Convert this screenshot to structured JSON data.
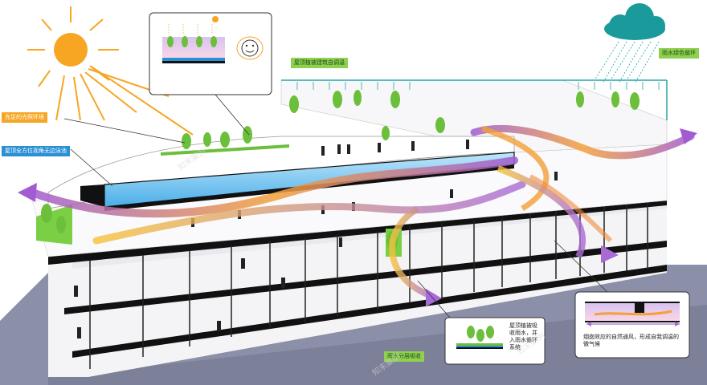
{
  "labels": {
    "sun": "充足的光照环境",
    "pool": "屋顶全方位视角无边泳池",
    "roof_plants": "屋顶植被建筑自调温",
    "rain": "雨水绿色循环",
    "rain_layer": "雨水分层吸收",
    "roof_absorb": "屋顶植被吸收雨水，并入雨水循环系统",
    "chimney": "烟囱效应的自然通风，形成自我调温的微气候"
  },
  "watermark": "知末案例",
  "colors": {
    "sun": "#f6a623",
    "cloud": "#1a9a9a",
    "pool": "#6ec3f0",
    "plant": "#6cbf3a",
    "slab": "#111111",
    "arrow_purple": "#b06cd6",
    "arrow_orange": "#f28a3c",
    "ground": "#8c8fa8"
  },
  "icons": [
    "sun-icon",
    "cloud-icon",
    "smiley-icon",
    "tree-icon"
  ]
}
